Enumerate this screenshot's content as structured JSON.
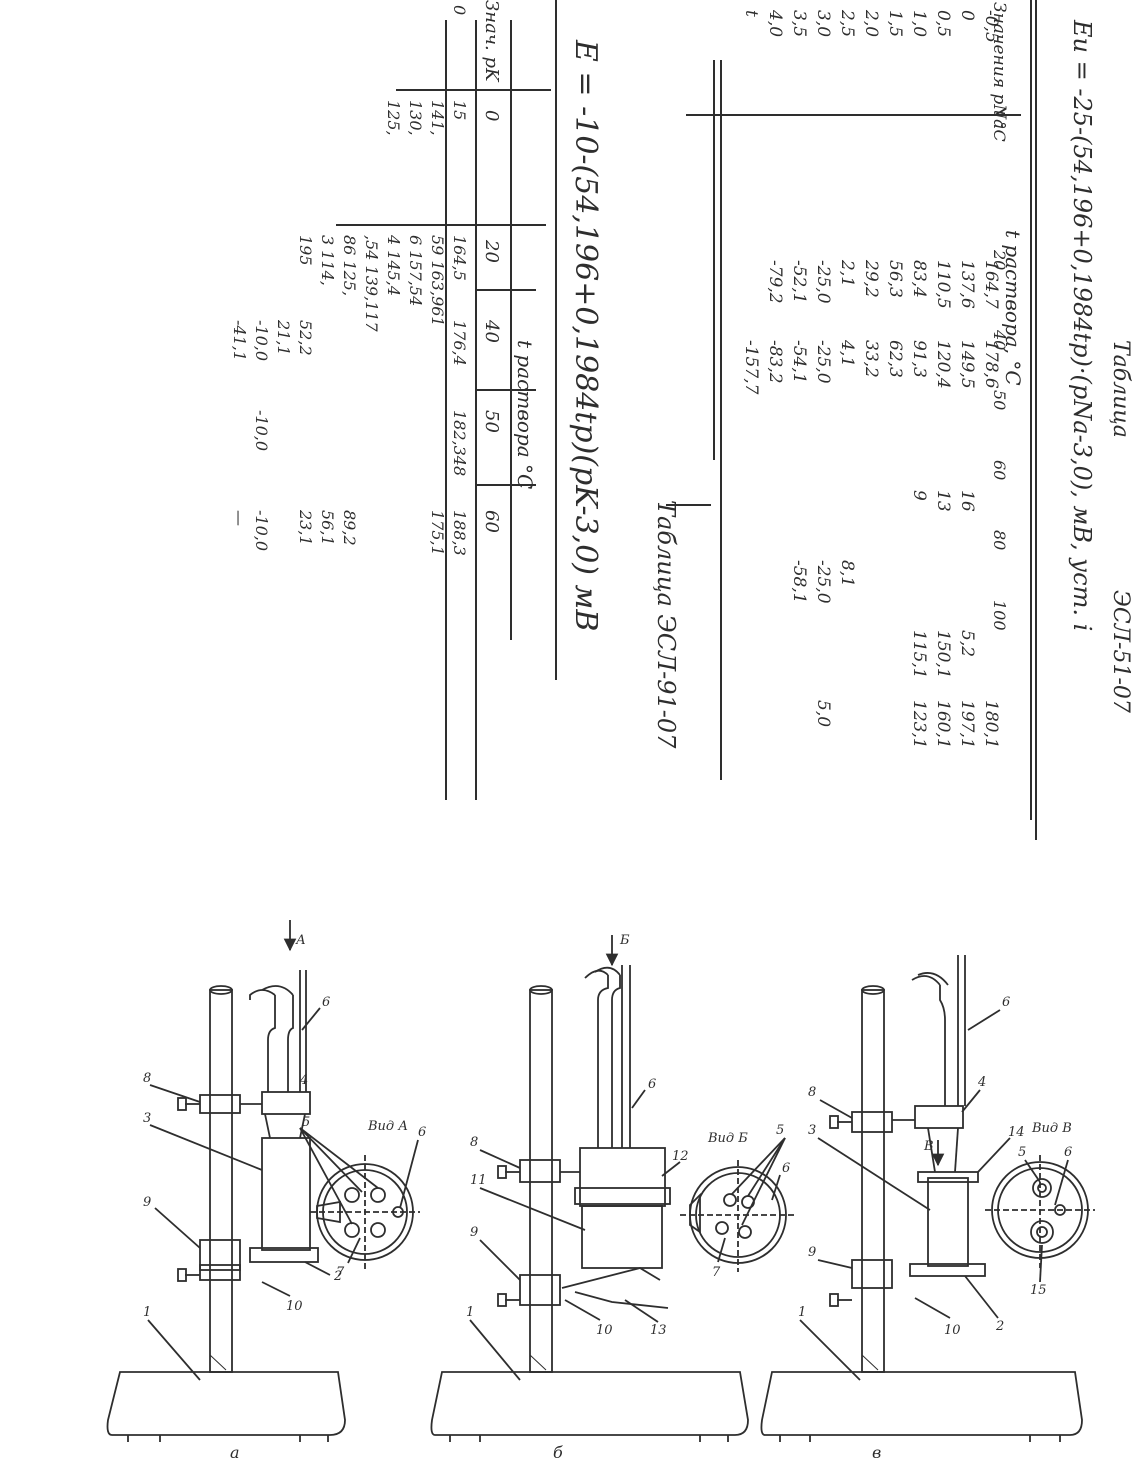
{
  "table1": {
    "caption": "Таблица",
    "code": "ЭСЛ-51-07",
    "formula": "Eи = -25-(54,196+0,1984tр)·(pNa-3,0), мВ, уст. i",
    "header_row": "t раствора, °C",
    "col_headers": [
      "Значения pNa",
      "t °C",
      "20",
      "40",
      "50",
      "60",
      "80",
      "100"
    ],
    "rows": [
      [
        "-0,5",
        "164,7",
        "178,6",
        "",
        "",
        "",
        "",
        "180,1"
      ],
      [
        "0",
        "137,6",
        "149,5",
        "",
        "16",
        "",
        "5,2",
        "197,1"
      ],
      [
        "0,5",
        "110,5",
        "120,4",
        "",
        "13",
        "",
        "150,1",
        "160,1"
      ],
      [
        "1,0",
        "83,4",
        "91,3",
        "",
        "9",
        "",
        "115,1",
        "123,1"
      ],
      [
        "1,5",
        "56,3",
        "62,3",
        "",
        "",
        "",
        "",
        ""
      ],
      [
        "2,0",
        "29,2",
        "33,2",
        "",
        "",
        "",
        "",
        ""
      ],
      [
        "2,5",
        "2,1",
        "4,1",
        "",
        "",
        "8,1",
        "",
        ""
      ],
      [
        "3,0",
        "-25,0",
        "-25,0",
        "",
        "",
        "-25,0",
        "",
        "5,0"
      ],
      [
        "3,5",
        "-52,1",
        "-54,1",
        "",
        "",
        "-58,1",
        "",
        ""
      ],
      [
        "4,0",
        "-79,2",
        "-83,2",
        "",
        "",
        "",
        "",
        ""
      ],
      [
        "t",
        "",
        "-157,7",
        "",
        "",
        "",
        "",
        ""
      ]
    ]
  },
  "table2": {
    "caption": "Таблица ЭСЛ-91-07",
    "formula": "E = -10-(54,196+0,1984tр)(pK-3,0) мВ",
    "header_row": "t раствора °C",
    "col_headers": [
      "Знач. pK",
      "0",
      "20",
      "40",
      "50",
      "60"
    ],
    "rows": [
      [
        "0",
        "15",
        "164,5",
        "176,4",
        "182,348",
        "188,3"
      ],
      [
        "",
        "141,",
        "59 163,961",
        "",
        "",
        "175,1"
      ],
      [
        "",
        "130,",
        "6 157,54",
        "",
        "",
        ""
      ],
      [
        "",
        "125,",
        "4 145,4",
        "",
        "",
        ""
      ],
      [
        "",
        "",
        ",54 139,117",
        "",
        "",
        ""
      ],
      [
        "",
        "",
        "86 125,",
        "",
        "",
        "89,2"
      ],
      [
        "",
        "",
        "3 114,",
        "",
        "",
        "56,1"
      ],
      [
        "",
        "",
        "195",
        "52,2",
        "",
        "23,1"
      ],
      [
        "",
        "",
        "",
        "21,1",
        "",
        ""
      ],
      [
        "",
        "",
        "",
        "-10,0",
        "-10,0",
        "-10,0"
      ],
      [
        "",
        "",
        "",
        "-41,1",
        "",
        "—"
      ]
    ]
  },
  "figures": {
    "sublabels": [
      "а",
      "б",
      "в"
    ],
    "a": {
      "view_label": "Вид А",
      "arrow": "А",
      "numbers": [
        "1",
        "2",
        "3",
        "4",
        "5",
        "6",
        "6",
        "7",
        "8",
        "9",
        "10"
      ]
    },
    "b": {
      "view_label": "Вид Б",
      "arrow": "Б",
      "numbers": [
        "1",
        "5",
        "6",
        "6",
        "7",
        "8",
        "9",
        "10",
        "11",
        "12",
        "13"
      ]
    },
    "c": {
      "view_label": "Вид В",
      "arrow": "В",
      "numbers": [
        "1",
        "2",
        "3",
        "4",
        "5",
        "6",
        "6",
        "8",
        "9",
        "10",
        "14",
        "15"
      ]
    }
  },
  "colors": {
    "ink": "#2e2e2e",
    "paper": "#ffffff"
  }
}
